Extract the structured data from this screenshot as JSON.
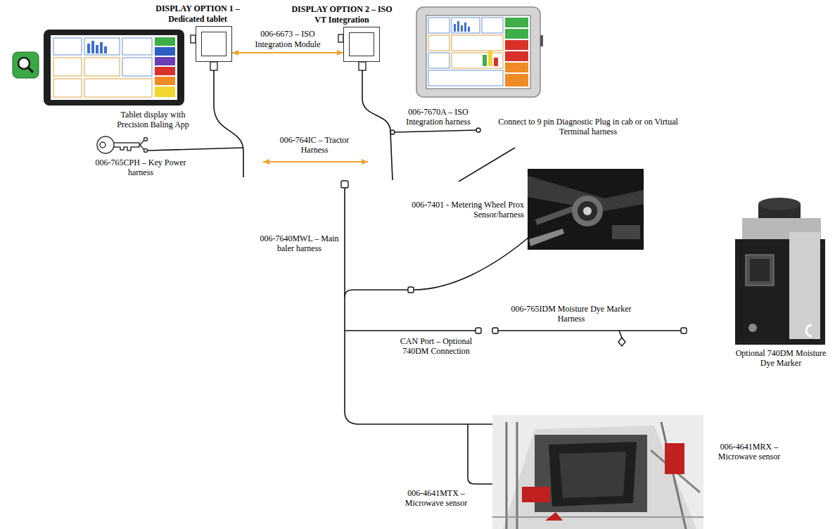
{
  "diagram": {
    "nodes": [
      {
        "text": [
          "DISPLAY OPTION 1 – Dedicated tablet"
        ]
      },
      {
        "text": [
          "DISPLAY OPTION 2 – ISO VT Integration"
        ]
      }
    ],
    "edges": [
      {
        "from": 0,
        "to": 1,
        "arrow": "both",
        "label": "006-6673 – ISO Integration Module"
      }
    ],
    "labels": [
      "Tablet display with Precision Baling App",
      "006-7670A – ISO Integration harness",
      "Connect to 9 pin Diagnostic Plug in cab or on Virtual Terminal harness",
      "006-764IC – Tractor Harness",
      "006-765CPH – Key Power harness",
      "006-7401 - Metering Wheel Prox Sensor/harness",
      "006-7640MWL – Main baler harness",
      "006-765IDM Moisture Dye Marker Harness",
      "CAN Port – Optional 740DM Connection",
      "Optional 740DM Moisture Dye Marker",
      "006-4641MRX – Microwave sensor",
      "006-4641MTX – Microwave sensor"
    ]
  }
}
